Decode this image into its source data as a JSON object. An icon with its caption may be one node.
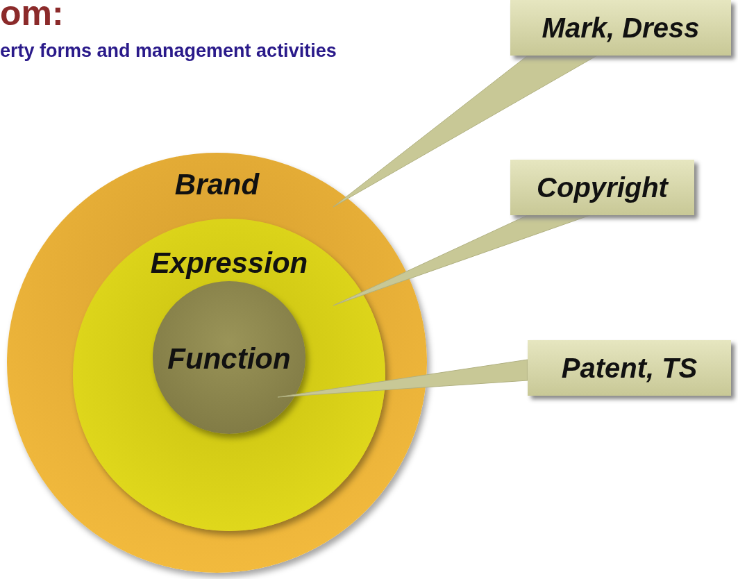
{
  "diagram": {
    "title": "om:",
    "nodes": [
      {
        "text": [
          "Brand"
        ]
      },
      {
        "text": [
          "Expression"
        ],
        "in": 0
      },
      {
        "text": [
          "Function"
        ],
        "in": 1
      },
      {
        "text": [
          "Mark, Dress"
        ]
      },
      {
        "text": [
          "Copyright"
        ]
      },
      {
        "text": [
          "Patent, TS"
        ]
      }
    ],
    "edges": [
      {
        "from": 3,
        "to": 0,
        "arrow": "none"
      },
      {
        "from": 4,
        "to": 1,
        "arrow": "none"
      },
      {
        "from": 5,
        "to": 2,
        "arrow": "none"
      }
    ],
    "labels": [
      "erty forms and management activities"
    ]
  }
}
